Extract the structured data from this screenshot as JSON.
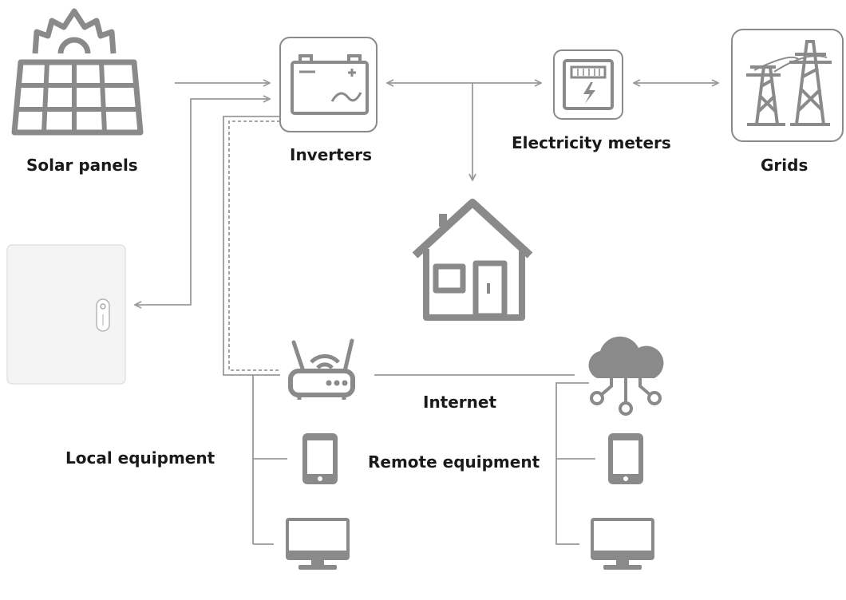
{
  "labels": {
    "solar_panels": "Solar panels",
    "inverters": "Inverters",
    "electricity_meters": "Electricity meters",
    "grids": "Grids",
    "internet": "Internet",
    "local_equipment": "Local equipment",
    "remote_equipment": "Remote equipment"
  },
  "colors": {
    "icon": "#8a8a8a",
    "line": "#999999",
    "text": "#1a1a1a",
    "battery_bg": "#f4f4f4"
  }
}
